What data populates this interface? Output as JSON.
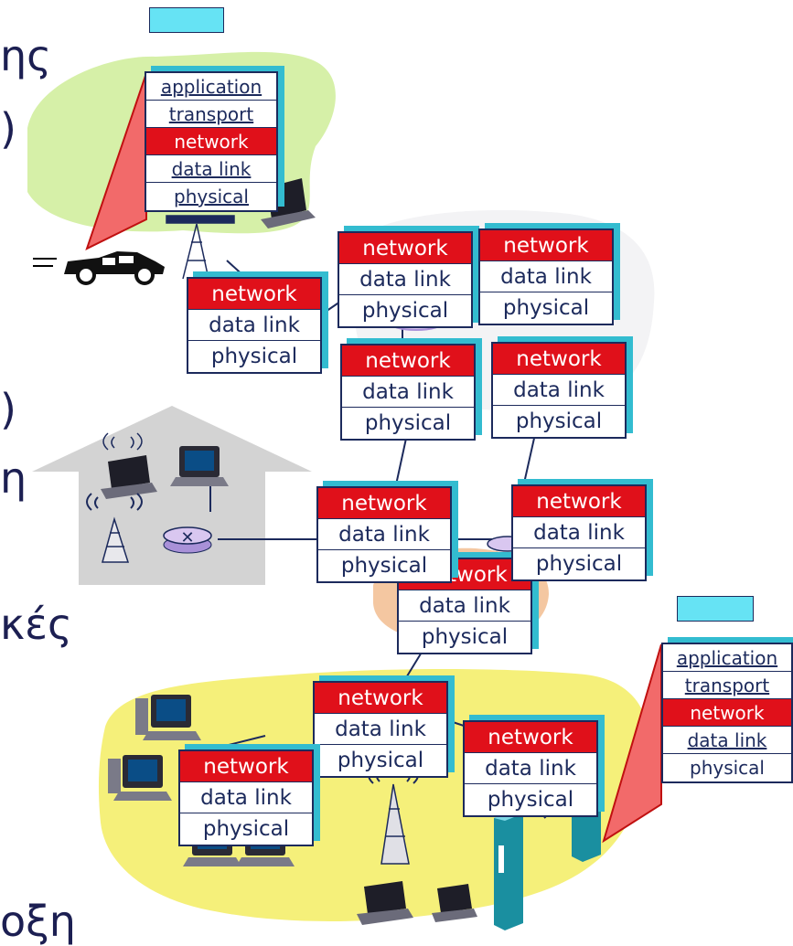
{
  "slide_text": [
    "ης",
    ")",
    ")",
    "η",
    "κές",
    "οξη"
  ],
  "layers": {
    "application": "application",
    "transport": "transport",
    "network": "network",
    "data_link": "data link",
    "physical": "physical"
  },
  "colors": {
    "network_layer": "#e0101a",
    "stack_shadow": "#33bcd0",
    "message_box": "#66e3f4",
    "green_area": "#d6f0a8",
    "yellow_area": "#f5f07a",
    "orange_area": "#f4c7a1",
    "home_area": "#d3d3d3",
    "router": "#d9c7f0",
    "outline": "#1c2a5c"
  },
  "icons": [
    "car-icon",
    "cell-tower-icon",
    "laptop-icon",
    "desktop-icon",
    "router-icon",
    "server-icon",
    "wifi-signal-icon"
  ]
}
